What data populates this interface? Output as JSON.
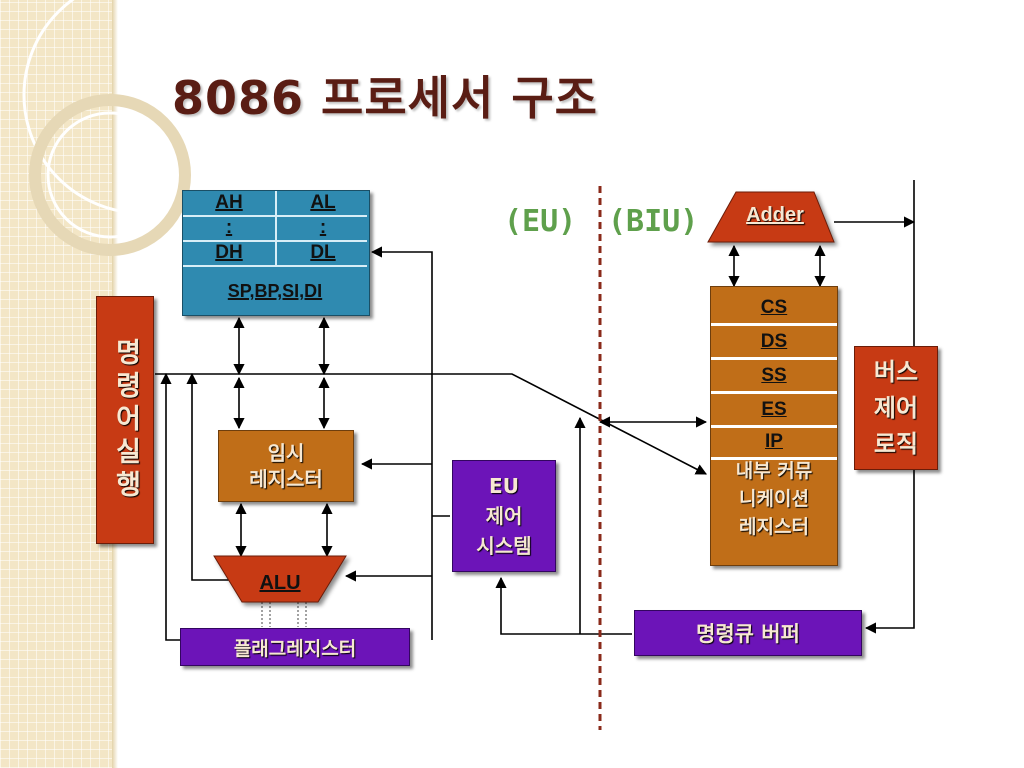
{
  "title": "8086 프로세서 구조",
  "labels": {
    "eu": "(EU)",
    "biu": "(BIU)"
  },
  "registers": {
    "ah": "AH",
    "al": "AL",
    "colon_left": ":",
    "colon_right": ":",
    "dh": "DH",
    "dl": "DL",
    "pointer_row": "SP,BP,SI,DI"
  },
  "instruction_exec": "명령어실행",
  "temp_register": {
    "line1": "임시",
    "line2": "레지스터"
  },
  "alu": "ALU",
  "flag_register": "플래그레지스터",
  "eu_control": {
    "line1": "EU",
    "line2": "제어",
    "line3": "시스템"
  },
  "adder": "Adder",
  "segments": [
    "CS",
    "DS",
    "SS",
    "ES",
    "IP"
  ],
  "internal_comm": {
    "line1": "내부 커뮤",
    "line2": "니케이션",
    "line3": "레지스터"
  },
  "bus_control": {
    "line1": "버스",
    "line2": "제어",
    "line3": "로직"
  },
  "instruction_queue": "명령큐 버퍼",
  "colors": {
    "register_blue": "#2f8ab0",
    "orange": "#c06e18",
    "red": "#c73a14",
    "purple": "#6c14b8",
    "title": "#5a1d14",
    "divider": "#8a2a1a",
    "label_green": "#5fa04c"
  }
}
